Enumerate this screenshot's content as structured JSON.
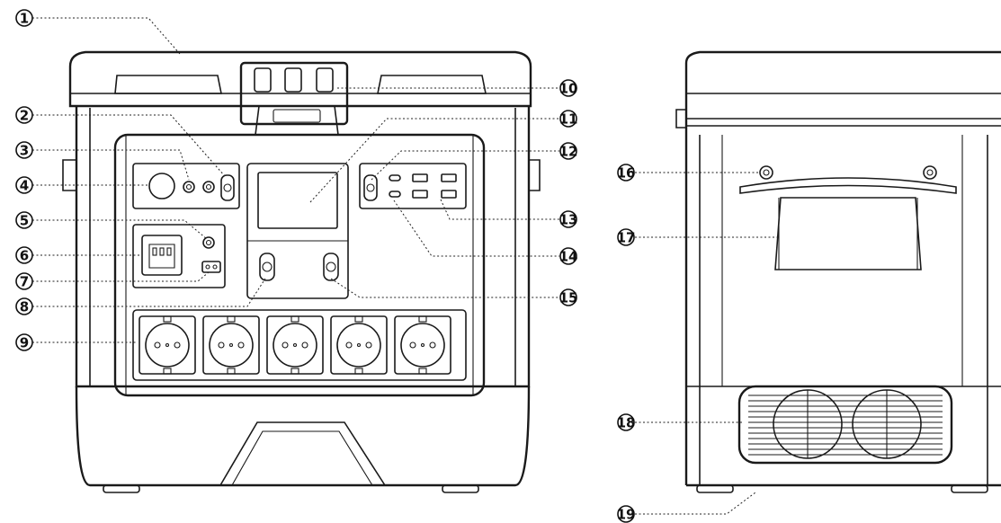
{
  "callouts": [
    {
      "num": "1",
      "glyph": "①"
    },
    {
      "num": "2",
      "glyph": "②"
    },
    {
      "num": "3",
      "glyph": "③"
    },
    {
      "num": "4",
      "glyph": "④"
    },
    {
      "num": "5",
      "glyph": "⑤"
    },
    {
      "num": "6",
      "glyph": "⑥"
    },
    {
      "num": "7",
      "glyph": "⑦"
    },
    {
      "num": "8",
      "glyph": "⑧"
    },
    {
      "num": "9",
      "glyph": "⑨"
    },
    {
      "num": "10",
      "glyph": "⑩"
    },
    {
      "num": "11",
      "glyph": "⑪"
    },
    {
      "num": "12",
      "glyph": "⑫"
    },
    {
      "num": "13",
      "glyph": "⑬"
    },
    {
      "num": "14",
      "glyph": "⑭"
    },
    {
      "num": "15",
      "glyph": "⑮"
    },
    {
      "num": "16",
      "glyph": "⑯"
    },
    {
      "num": "17",
      "glyph": "⑰"
    },
    {
      "num": "18",
      "glyph": "⑱"
    },
    {
      "num": "19",
      "glyph": "⑲"
    }
  ],
  "views": {
    "front": "front-view",
    "side": "side-view"
  },
  "colors": {
    "line": "#1a1a1a",
    "background": "#ffffff"
  }
}
